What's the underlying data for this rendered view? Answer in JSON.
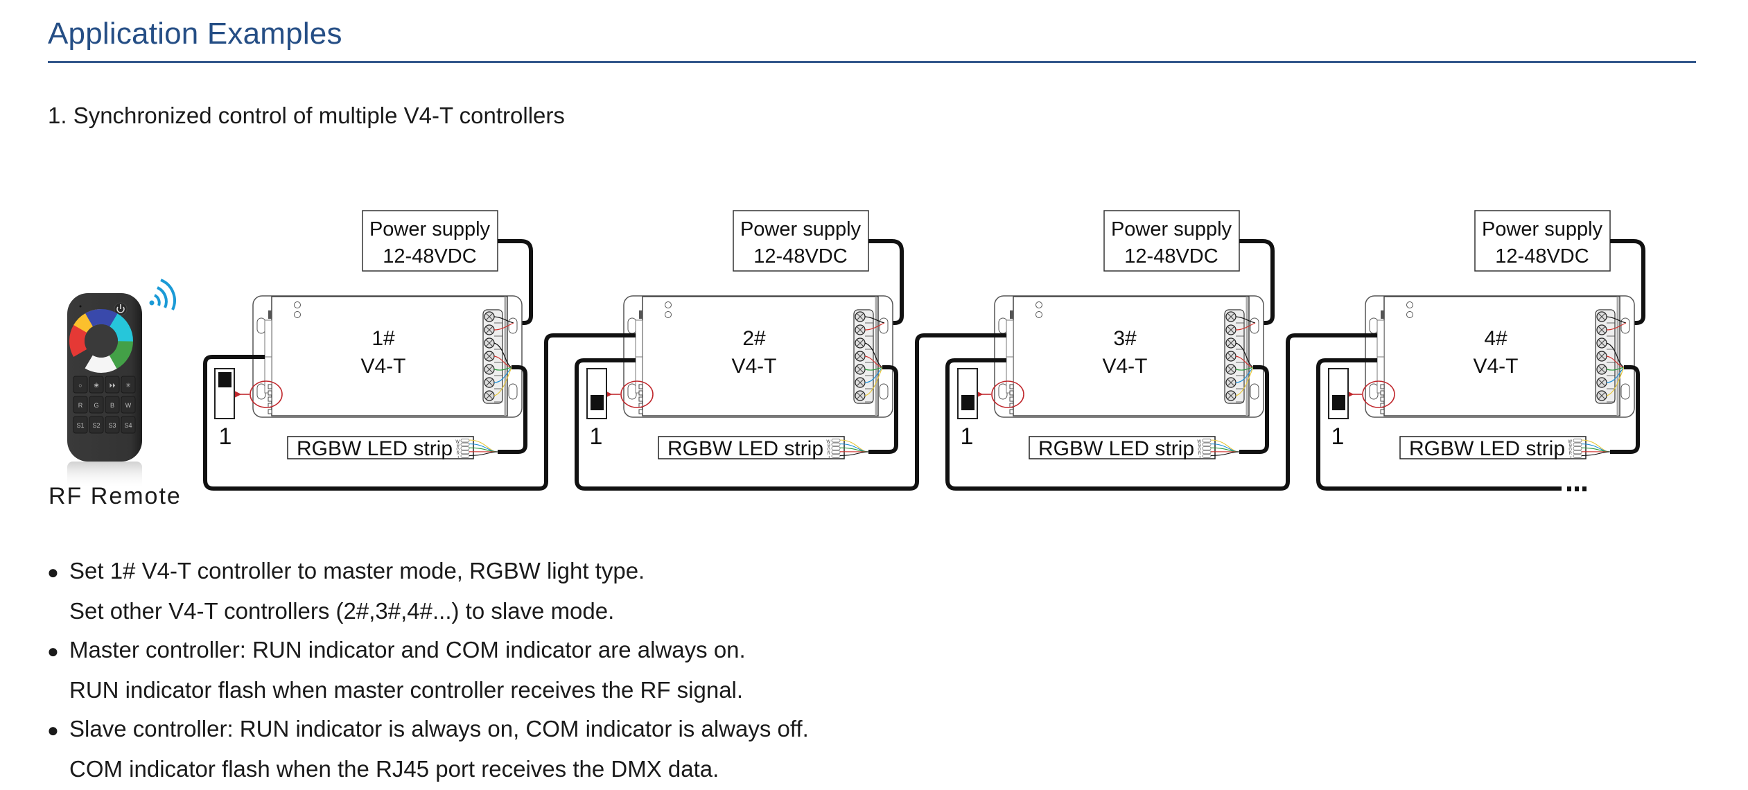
{
  "header": {
    "title": "Application Examples",
    "subtitle": "1. Synchronized control of multiple V4-T controllers"
  },
  "colors": {
    "title_blue": "#254e85",
    "rule_blue": "#34588c",
    "wifi_blue": "#1b9ad6",
    "dip_arrow_red": "#c0282d",
    "wire_red": "#d0312d",
    "wire_green": "#2a9a3c",
    "wire_blue": "#1d8fd6",
    "wire_yellow": "#e6c637",
    "cable_black": "#111111"
  },
  "remote": {
    "label": "RF Remote",
    "buttons_row1": [
      "○",
      "❀",
      "⏵⏵",
      "✳"
    ],
    "buttons_row2": [
      "R",
      "G",
      "B",
      "W"
    ],
    "buttons_row3": [
      "S1",
      "S2",
      "S3",
      "S4"
    ]
  },
  "controllers": [
    {
      "id": "1#",
      "model": "V4-T",
      "power_line1": "Power supply",
      "power_line2": "12-48VDC",
      "strip_label": "RGBW LED strip",
      "dip_label": "1",
      "dip_state": "up"
    },
    {
      "id": "2#",
      "model": "V4-T",
      "power_line1": "Power supply",
      "power_line2": "12-48VDC",
      "strip_label": "RGBW LED strip",
      "dip_label": "1",
      "dip_state": "down"
    },
    {
      "id": "3#",
      "model": "V4-T",
      "power_line1": "Power supply",
      "power_line2": "12-48VDC",
      "strip_label": "RGBW LED strip",
      "dip_label": "1",
      "dip_state": "down"
    },
    {
      "id": "4#",
      "model": "V4-T",
      "power_line1": "Power supply",
      "power_line2": "12-48VDC",
      "strip_label": "RGBW LED strip",
      "dip_label": "1",
      "dip_state": "down"
    }
  ],
  "strip_pins": [
    "W",
    "B",
    "G",
    "R",
    "+"
  ],
  "continuation": "...",
  "notes": [
    {
      "bullet": "●",
      "lines": [
        "Set 1# V4-T controller to master mode, RGBW light type.",
        "Set other V4-T controllers (2#,3#,4#...) to slave mode."
      ]
    },
    {
      "bullet": "●",
      "lines": [
        "Master controller: RUN indicator and COM indicator are always on.",
        "RUN indicator flash when master controller receives the RF signal."
      ]
    },
    {
      "bullet": "●",
      "lines": [
        "Slave controller: RUN indicator is always on, COM indicator is always off.",
        "COM indicator flash when the RJ45 port receives the DMX data."
      ]
    }
  ]
}
